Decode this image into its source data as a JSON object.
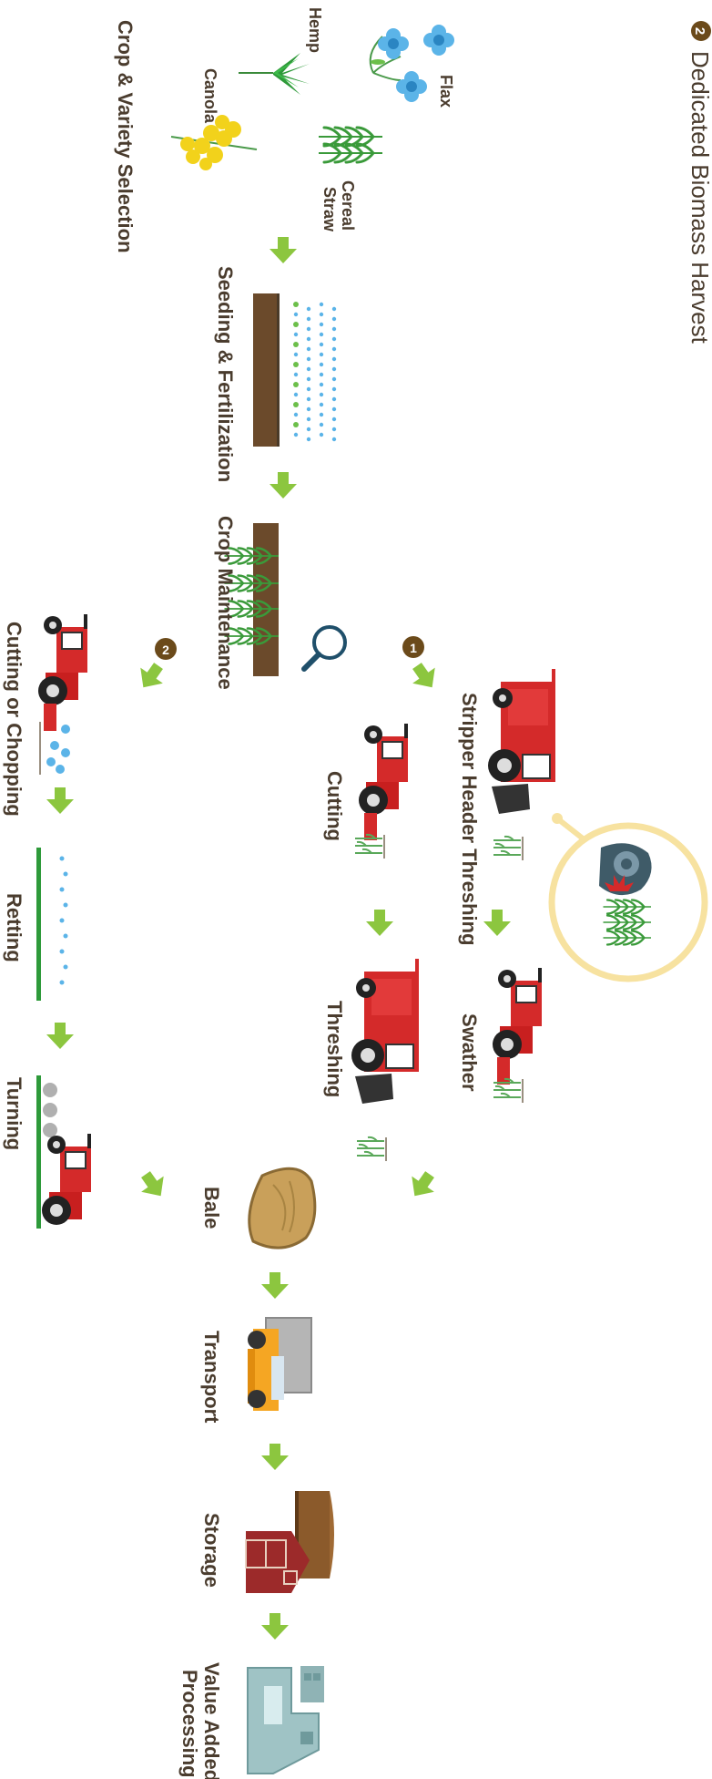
{
  "title": {
    "number": "2",
    "text": "Dedicated Biomass Harvest"
  },
  "crops": {
    "flax": "Flax",
    "hemp": "Hemp",
    "canola": "Canola",
    "cereal_line1": "Cereal",
    "cereal_line2": "Straw",
    "section": "Crop & Variety Selection"
  },
  "steps": {
    "seeding": "Seeding & Fertilization",
    "maintenance": "Crop Maintenance",
    "stripper": "Stripper Header Threshing",
    "cutting": "Cutting",
    "swather": "Swather",
    "threshing": "Threshing",
    "cutting_chopping": "Cutting or Chopping",
    "retting": "Retting",
    "turning": "Turning",
    "bale": "Bale",
    "transport": "Transport",
    "storage": "Storage",
    "value_line1": "Value Added",
    "value_line2": "Processing"
  },
  "route_markers": {
    "route1": "1",
    "route2": "2"
  },
  "colors": {
    "arrow": "#8cc63f",
    "text": "#4a3c2e",
    "marker": "#6b4a1a",
    "tractor_red": "#d42a2a",
    "soil": "#6b4a2b",
    "leaf": "#3a9a3a",
    "flax_blue": "#5bb4e8",
    "canola_yellow": "#f2d21b",
    "halo": "#f7e2a0"
  }
}
